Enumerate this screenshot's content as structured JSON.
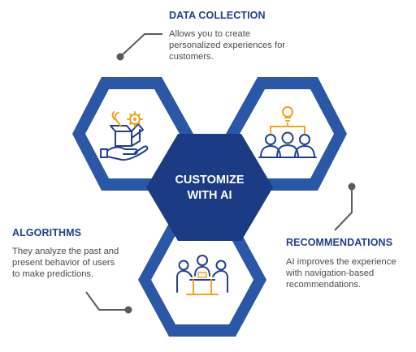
{
  "center": {
    "line1": "CUSTOMIZE",
    "line2": "WITH AI"
  },
  "sections": {
    "data_collection": {
      "title": "DATA COLLECTION",
      "desc_lines": [
        "Allows you to create",
        "personalized experiences for",
        "customers."
      ],
      "icon": "hand-box-gears-icon"
    },
    "recommendations": {
      "title": "RECOMMENDATIONS",
      "desc_lines": [
        "AI improves the experience",
        "with navigation-based",
        "recommendations."
      ],
      "icon": "team-lightbulb-icon"
    },
    "algorithms": {
      "title": "ALGORITHMS",
      "desc_lines": [
        "They analyze the past and",
        "present behavior of users",
        "to make predictions."
      ],
      "icon": "meeting-table-icon"
    }
  },
  "colors": {
    "hex_outer": "#2a57a6",
    "hex_inner": "#1b3b85",
    "title_text": "#1f3f8f",
    "icon_blue": "#1f3f8f",
    "icon_orange": "#f0a21a",
    "connector": "#5b5b5b"
  }
}
